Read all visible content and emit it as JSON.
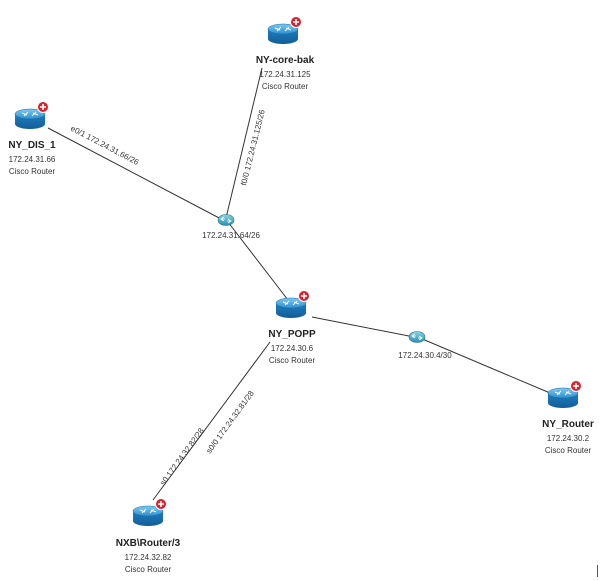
{
  "devices": [
    {
      "id": "ny-core-bak",
      "name": "NY-core-bak",
      "ip": "172.24.31.125",
      "type": "Cisco Router"
    },
    {
      "id": "ny-dis-1",
      "name": "NY_DIS_1",
      "ip": "172.24.31.66",
      "type": "Cisco Router"
    },
    {
      "id": "ny-popp",
      "name": "NY_POPP",
      "ip": "172.24.30.6",
      "type": "Cisco Router"
    },
    {
      "id": "ny-router",
      "name": "NY_Router",
      "ip": "172.24.30.2",
      "type": "Cisco Router"
    },
    {
      "id": "nxb-router-3",
      "name": "NXB\\Router/3",
      "ip": "172.24.32.82",
      "type": "Cisco Router"
    }
  ],
  "networks": [
    {
      "id": "net-31-64",
      "label": "172.24.31.64/26"
    },
    {
      "id": "net-30-4",
      "label": "172.24.30.4/30"
    }
  ],
  "links": [
    {
      "from": "ny-dis-1",
      "to": "net-31-64",
      "label": "e0/1 172.24.31.66/26"
    },
    {
      "from": "ny-core-bak",
      "to": "net-31-64",
      "label": "f0/0 172.24.31.125/26"
    },
    {
      "from": "net-31-64",
      "to": "ny-popp",
      "label": ""
    },
    {
      "from": "ny-popp",
      "to": "net-30-4",
      "label": ""
    },
    {
      "from": "net-30-4",
      "to": "ny-router",
      "label": ""
    },
    {
      "from": "ny-popp",
      "to": "nxb-router-3",
      "label": "s0/0 172.24.32.81/28"
    },
    {
      "from": "ny-popp",
      "to": "nxb-router-3",
      "label": "s0 172.24.32.82/28"
    }
  ],
  "colors": {
    "router_body": "#1a7fc4",
    "router_top": "#4fb0e8",
    "badge": "#d9232e",
    "hub": "#3aa6c9",
    "line": "#333333"
  }
}
